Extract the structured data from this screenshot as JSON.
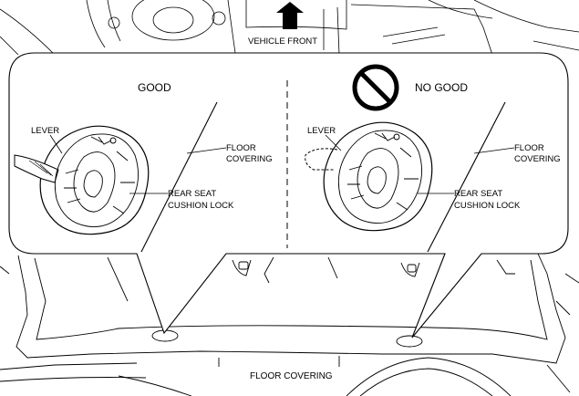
{
  "labels": {
    "vehicle_front": "VEHICLE FRONT",
    "good": "GOOD",
    "no_good": "NO GOOD",
    "lever": "LEVER",
    "floor_covering_l1": "FLOOR",
    "floor_covering_l2": "COVERING",
    "rear_seat_l1": "REAR SEAT",
    "rear_seat_l2": "CUSHION LOCK",
    "floor_covering_bottom": "FLOOR COVERING"
  },
  "icons": {
    "front_arrow": "arrow-up-icon",
    "prohibited": "prohibited-icon"
  },
  "colors": {
    "line": "#000000",
    "background": "#ffffff"
  }
}
